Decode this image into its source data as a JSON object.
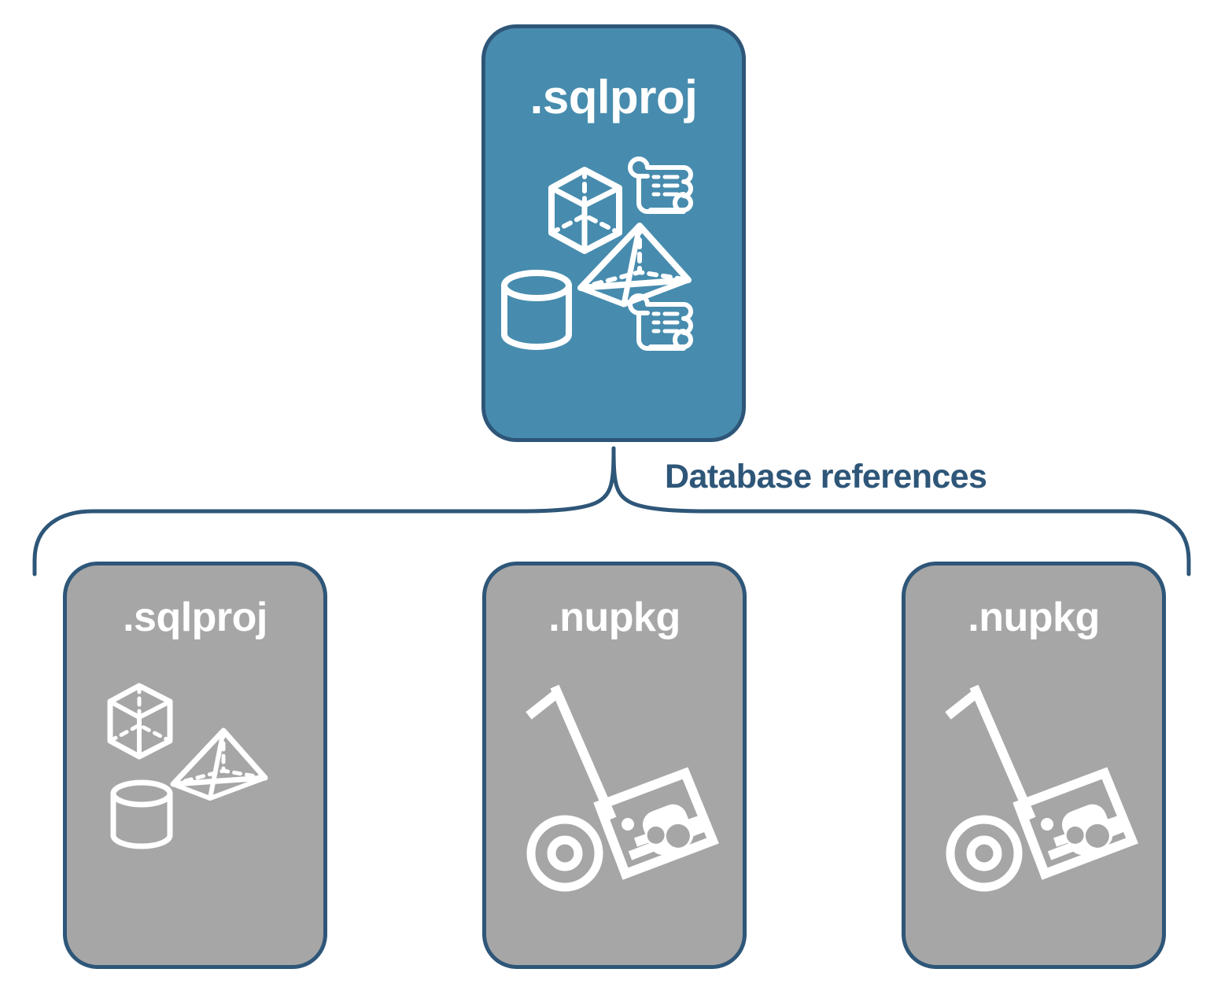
{
  "diagram": {
    "title": "Database references",
    "colors": {
      "primary_fill": "#478cae",
      "secondary_fill": "#a6a6a6",
      "stroke": "#2e5678",
      "icon": "#ffffff",
      "background": "#ffffff"
    },
    "connector": {
      "label": "Database references",
      "style": "curly-brace",
      "parent": "sqlproj-project",
      "children": [
        "sqlproj-reference",
        "nupkg-reference-1",
        "nupkg-reference-2"
      ]
    },
    "nodes": [
      {
        "id": "sqlproj-project",
        "label": ".sqlproj",
        "role": "primary",
        "icons": [
          "cube-icon",
          "scroll-icon",
          "pyramid-icon",
          "cylinder-icon",
          "scroll-icon"
        ]
      },
      {
        "id": "sqlproj-reference",
        "label": ".sqlproj",
        "role": "secondary",
        "icons": [
          "cube-icon",
          "pyramid-icon",
          "cylinder-icon"
        ]
      },
      {
        "id": "nupkg-reference-1",
        "label": ".nupkg",
        "role": "secondary",
        "icons": [
          "hand-truck-package-icon"
        ]
      },
      {
        "id": "nupkg-reference-2",
        "label": ".nupkg",
        "role": "secondary",
        "icons": [
          "hand-truck-package-icon"
        ]
      }
    ]
  }
}
